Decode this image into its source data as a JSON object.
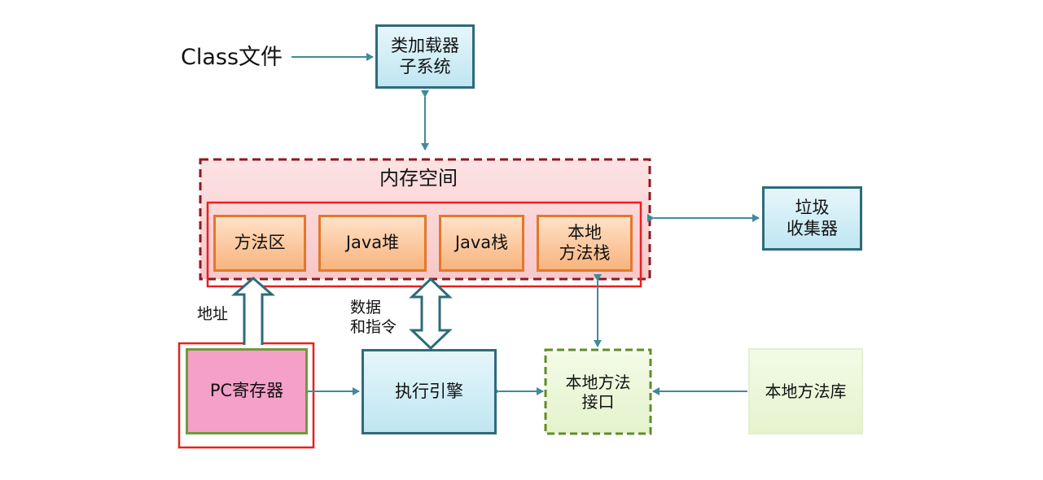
{
  "source": {
    "label": "Class文件"
  },
  "class_loader": {
    "label": "类加载器\n子系统"
  },
  "memory": {
    "title": "内存空间",
    "areas": [
      {
        "label": "方法区"
      },
      {
        "label": "Java堆"
      },
      {
        "label": "Java栈"
      },
      {
        "label": "本地\n方法栈"
      }
    ]
  },
  "gc": {
    "label": "垃圾\n收集器"
  },
  "pc_register": {
    "label": "PC寄存器"
  },
  "exec_engine": {
    "label": "执行引擎"
  },
  "native_interface": {
    "label": "本地方法\n接口"
  },
  "native_library": {
    "label": "本地方法库"
  },
  "edge_labels": {
    "address": "地址",
    "data_instructions": "数据\n和指令"
  },
  "colors": {
    "teal_border": "#2e6b7a",
    "arrow": "#3f8b99",
    "highlight": "#e8201f",
    "memory_border": "#8b1a22"
  }
}
